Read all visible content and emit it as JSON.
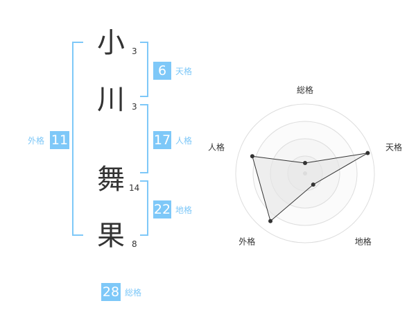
{
  "name": {
    "chars": [
      {
        "char": "小",
        "strokes": "3"
      },
      {
        "char": "川",
        "strokes": "3"
      },
      {
        "char": "舞",
        "strokes": "14"
      },
      {
        "char": "果",
        "strokes": "8"
      }
    ]
  },
  "scores": {
    "tenkaku": {
      "value": "6",
      "label": "天格"
    },
    "jinkaku": {
      "value": "17",
      "label": "人格"
    },
    "chikaku": {
      "value": "22",
      "label": "地格"
    },
    "gaikaku": {
      "value": "11",
      "label": "外格"
    },
    "soukaku": {
      "value": "28",
      "label": "総格"
    }
  },
  "colors": {
    "accent": "#7ec8f8",
    "text": "#333333"
  },
  "chart_data": {
    "type": "radar",
    "axes": [
      "総格",
      "天格",
      "地格",
      "外格",
      "人格"
    ],
    "values": [
      0.15,
      0.95,
      0.2,
      0.85,
      0.8
    ],
    "rings": 4,
    "range": [
      0,
      1
    ]
  }
}
